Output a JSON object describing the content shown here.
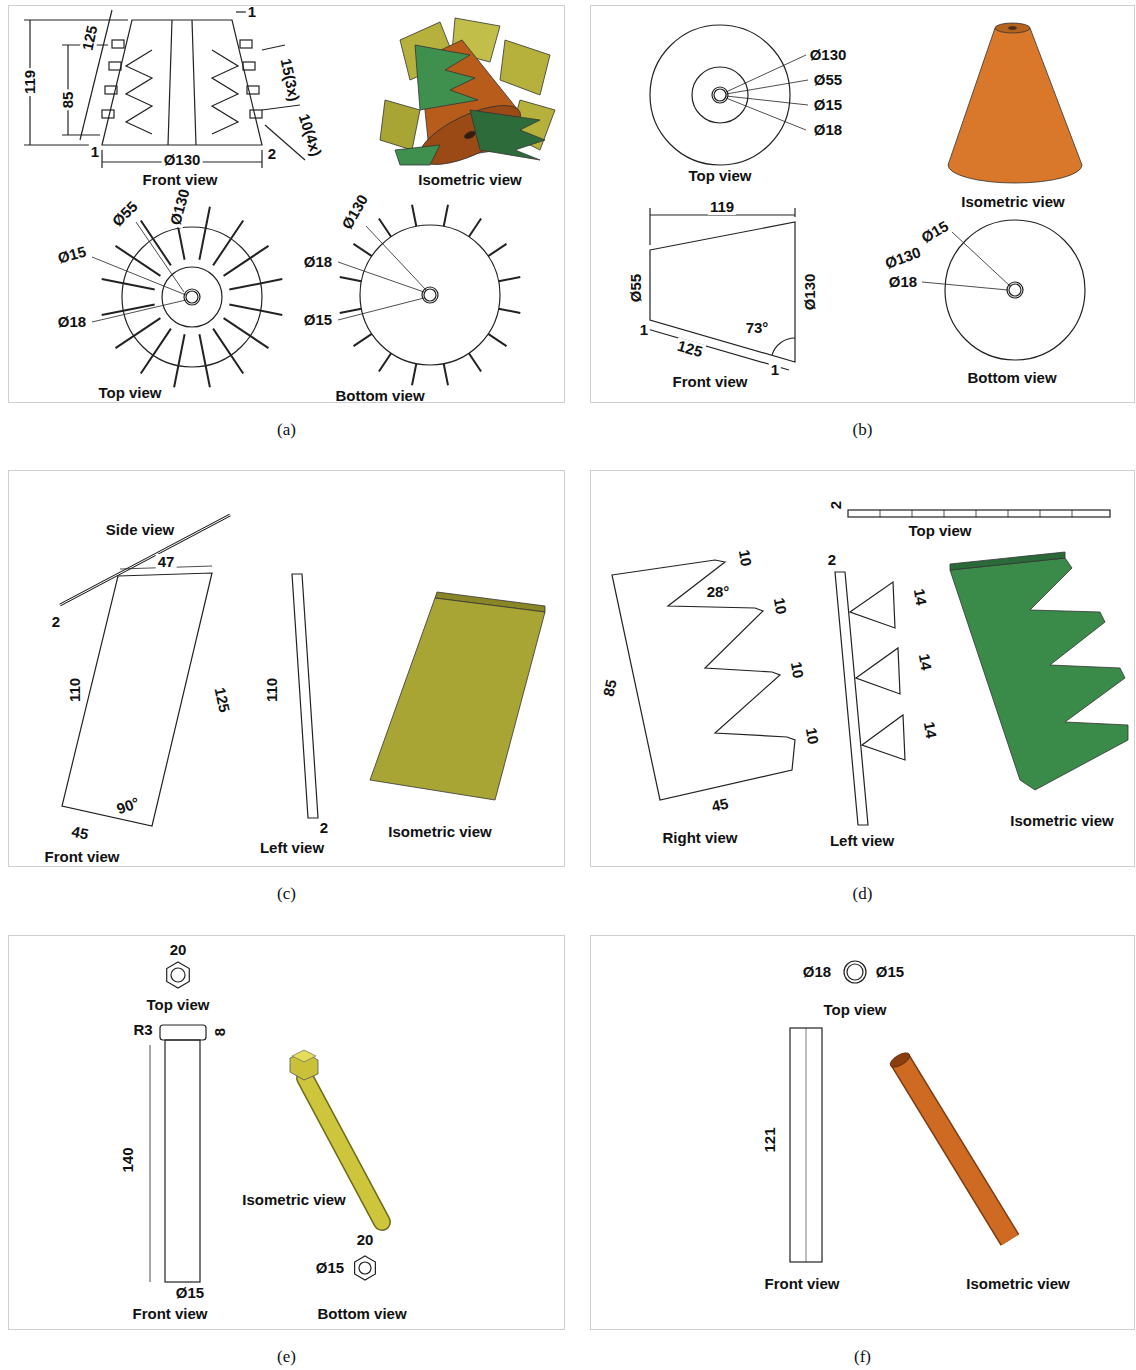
{
  "diagram": {
    "nodes": [
      {
        "text": [
          "(a)"
        ]
      },
      {
        "text": [
          "(b)"
        ]
      },
      {
        "text": [
          "(c)"
        ]
      },
      {
        "text": [
          "(d)"
        ]
      },
      {
        "text": [
          "(e)"
        ]
      },
      {
        "text": [
          "(f)"
        ]
      }
    ],
    "labels": [
      "119",
      "125",
      "85",
      "1",
      "15(3x)",
      "10(4x)",
      "1",
      "Ø130",
      "2",
      "Front view",
      "Isometric view",
      "Ø130",
      "Ø55",
      "Ø15",
      "Ø18",
      "Top view",
      "Ø130",
      "Ø18",
      "Ø15",
      "Bottom view",
      "Ø130",
      "Ø55",
      "Ø15",
      "Ø18",
      "Top view",
      "Isometric view",
      "119",
      "Ø55",
      "1",
      "Ø130",
      "73°",
      "125",
      "1",
      "Front view",
      "Ø15",
      "Ø130",
      "Ø18",
      "Bottom view",
      "Side view",
      "2",
      "47",
      "110",
      "125",
      "90°",
      "45",
      "Front view",
      "110",
      "2",
      "Left view",
      "Isometric view",
      "2",
      "Top view",
      "10",
      "28°",
      "10",
      "10",
      "10",
      "85",
      "45",
      "Right view",
      "2",
      "14",
      "14",
      "14",
      "Left view",
      "Isometric view",
      "20",
      "Top view",
      "R3",
      "8",
      "140",
      "Isometric view",
      "20",
      "Ø15",
      "Ø15",
      "Front view",
      "Bottom view",
      "Ø18",
      "Ø15",
      "Top view",
      "121",
      "Front view",
      "Isometric view"
    ]
  }
}
